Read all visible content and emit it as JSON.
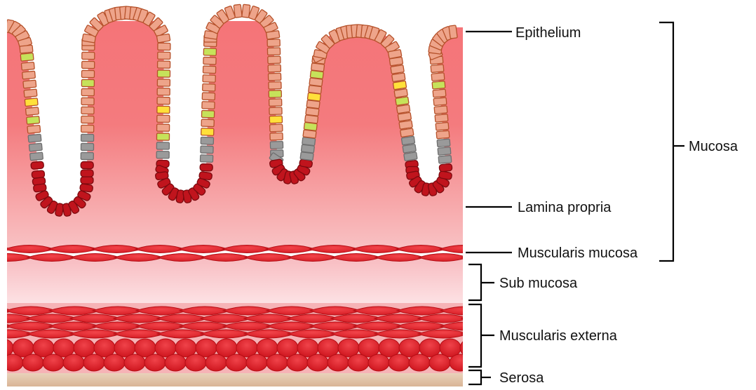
{
  "labels": {
    "epithelium": "Epithelium",
    "lamina_propria": "Lamina propria",
    "muscularis_mucosa": "Muscularis mucosa",
    "mucosa": "Mucosa",
    "sub_mucosa": "Sub mucosa",
    "muscularis_externa": "Muscularis externa",
    "serosa": "Serosa"
  },
  "colors": {
    "mucosa_top": "#f36a6f",
    "mucosa_bottom": "#f9c4c6",
    "submucosa_top": "#f9c0c5",
    "submucosa_bottom": "#fde6e8",
    "muscle_fill": "#e2262e",
    "muscle_stroke": "#b50e15",
    "epithelial_cell": "#eea48a",
    "epithelial_border": "#b5512a",
    "goblet_cell": "#c6e25a",
    "yellow_cell": "#ffe03a",
    "stem_cell": "#9a9a9a",
    "paneth_cell": "#c0141d",
    "serosa": "#e6cdb3",
    "label_line": "#000000"
  }
}
